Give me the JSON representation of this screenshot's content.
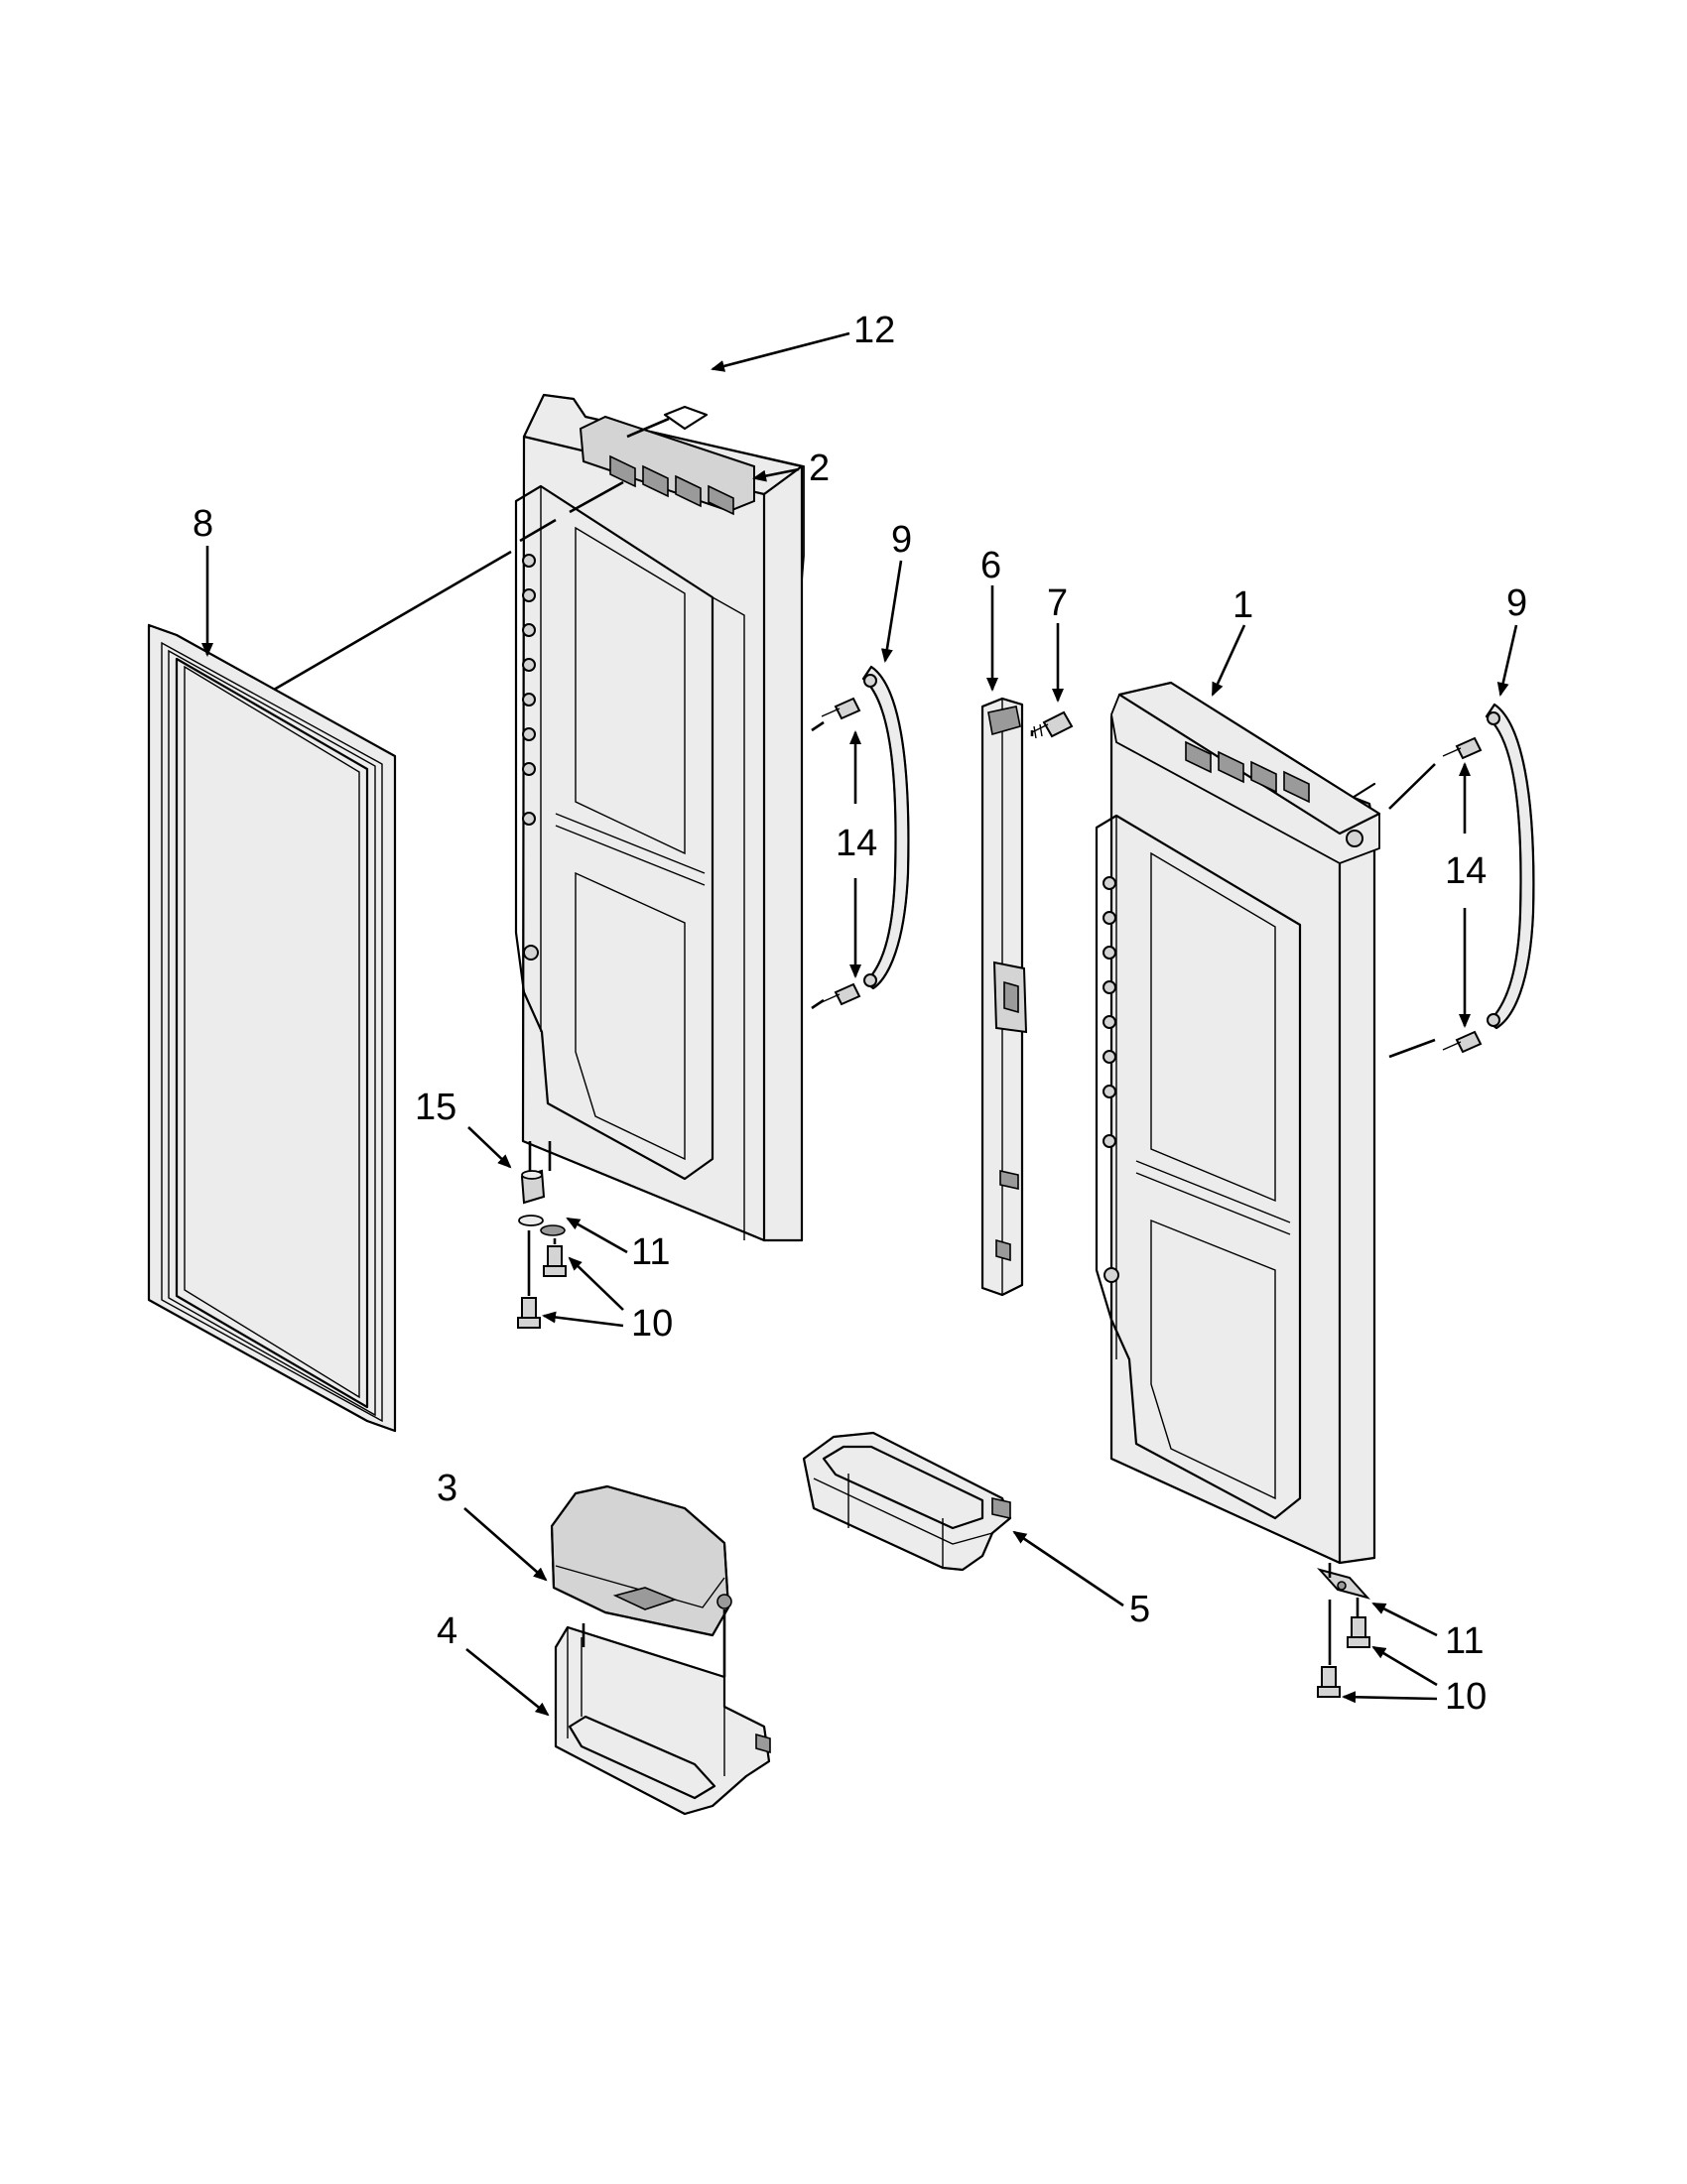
{
  "callouts": [
    {
      "id": "1",
      "label": "1"
    },
    {
      "id": "2",
      "label": "2"
    },
    {
      "id": "3",
      "label": "3"
    },
    {
      "id": "4",
      "label": "4"
    },
    {
      "id": "5",
      "label": "5"
    },
    {
      "id": "6",
      "label": "6"
    },
    {
      "id": "7",
      "label": "7"
    },
    {
      "id": "8",
      "label": "8"
    },
    {
      "id": "9a",
      "label": "9"
    },
    {
      "id": "9b",
      "label": "9"
    },
    {
      "id": "10a",
      "label": "10"
    },
    {
      "id": "10b",
      "label": "10"
    },
    {
      "id": "11a",
      "label": "11"
    },
    {
      "id": "11b",
      "label": "11"
    },
    {
      "id": "12",
      "label": "12"
    },
    {
      "id": "14a",
      "label": "14"
    },
    {
      "id": "14b",
      "label": "14"
    },
    {
      "id": "15",
      "label": "15"
    }
  ],
  "colors": {
    "line": "#000000",
    "fill_light": "#ececec",
    "fill_mid": "#d4d4d4",
    "fill_dark": "#9a9a9a",
    "background": "#ffffff"
  }
}
